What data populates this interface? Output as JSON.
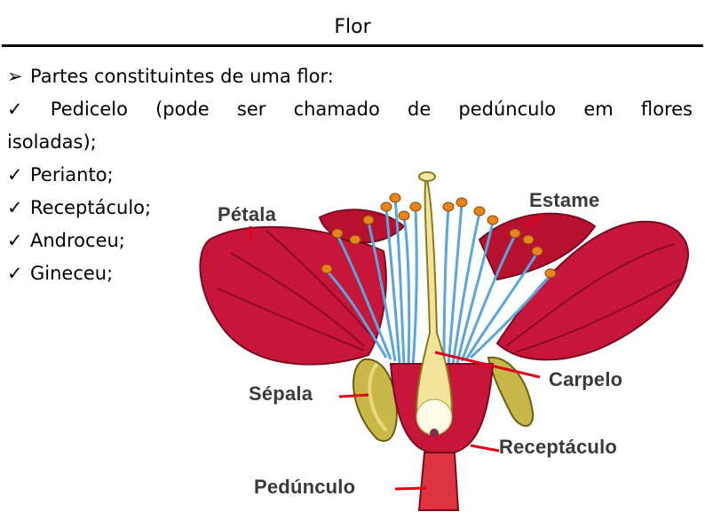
{
  "slide": {
    "title": "Flor",
    "intro": "Partes constituintes de uma flor:",
    "bullet_1_words": [
      "Pedicelo",
      "(pode",
      "ser",
      "chamado",
      "de",
      "pedúnculo",
      "em",
      "flores"
    ],
    "bullet_1_cont": "isoladas);",
    "bullet_2": "Perianto;",
    "bullet_3": "Receptáculo;",
    "bullet_4": "Androceu;",
    "bullet_5": "Gineceu;"
  },
  "figure": {
    "labels": {
      "petala": "Pétala",
      "estame": "Estame",
      "carpelo": "Carpelo",
      "sepala": "Sépala",
      "receptaculo": "Receptáculo",
      "pedunculo": "Pedúnculo"
    },
    "colors": {
      "petal": "#c8163a",
      "petal_dark": "#8e0a24",
      "filament": "#5aa6dc",
      "anther": "#e8841c",
      "pistil": "#f2e59a",
      "sepal": "#c8b84a",
      "leader": "#e0001a"
    }
  }
}
